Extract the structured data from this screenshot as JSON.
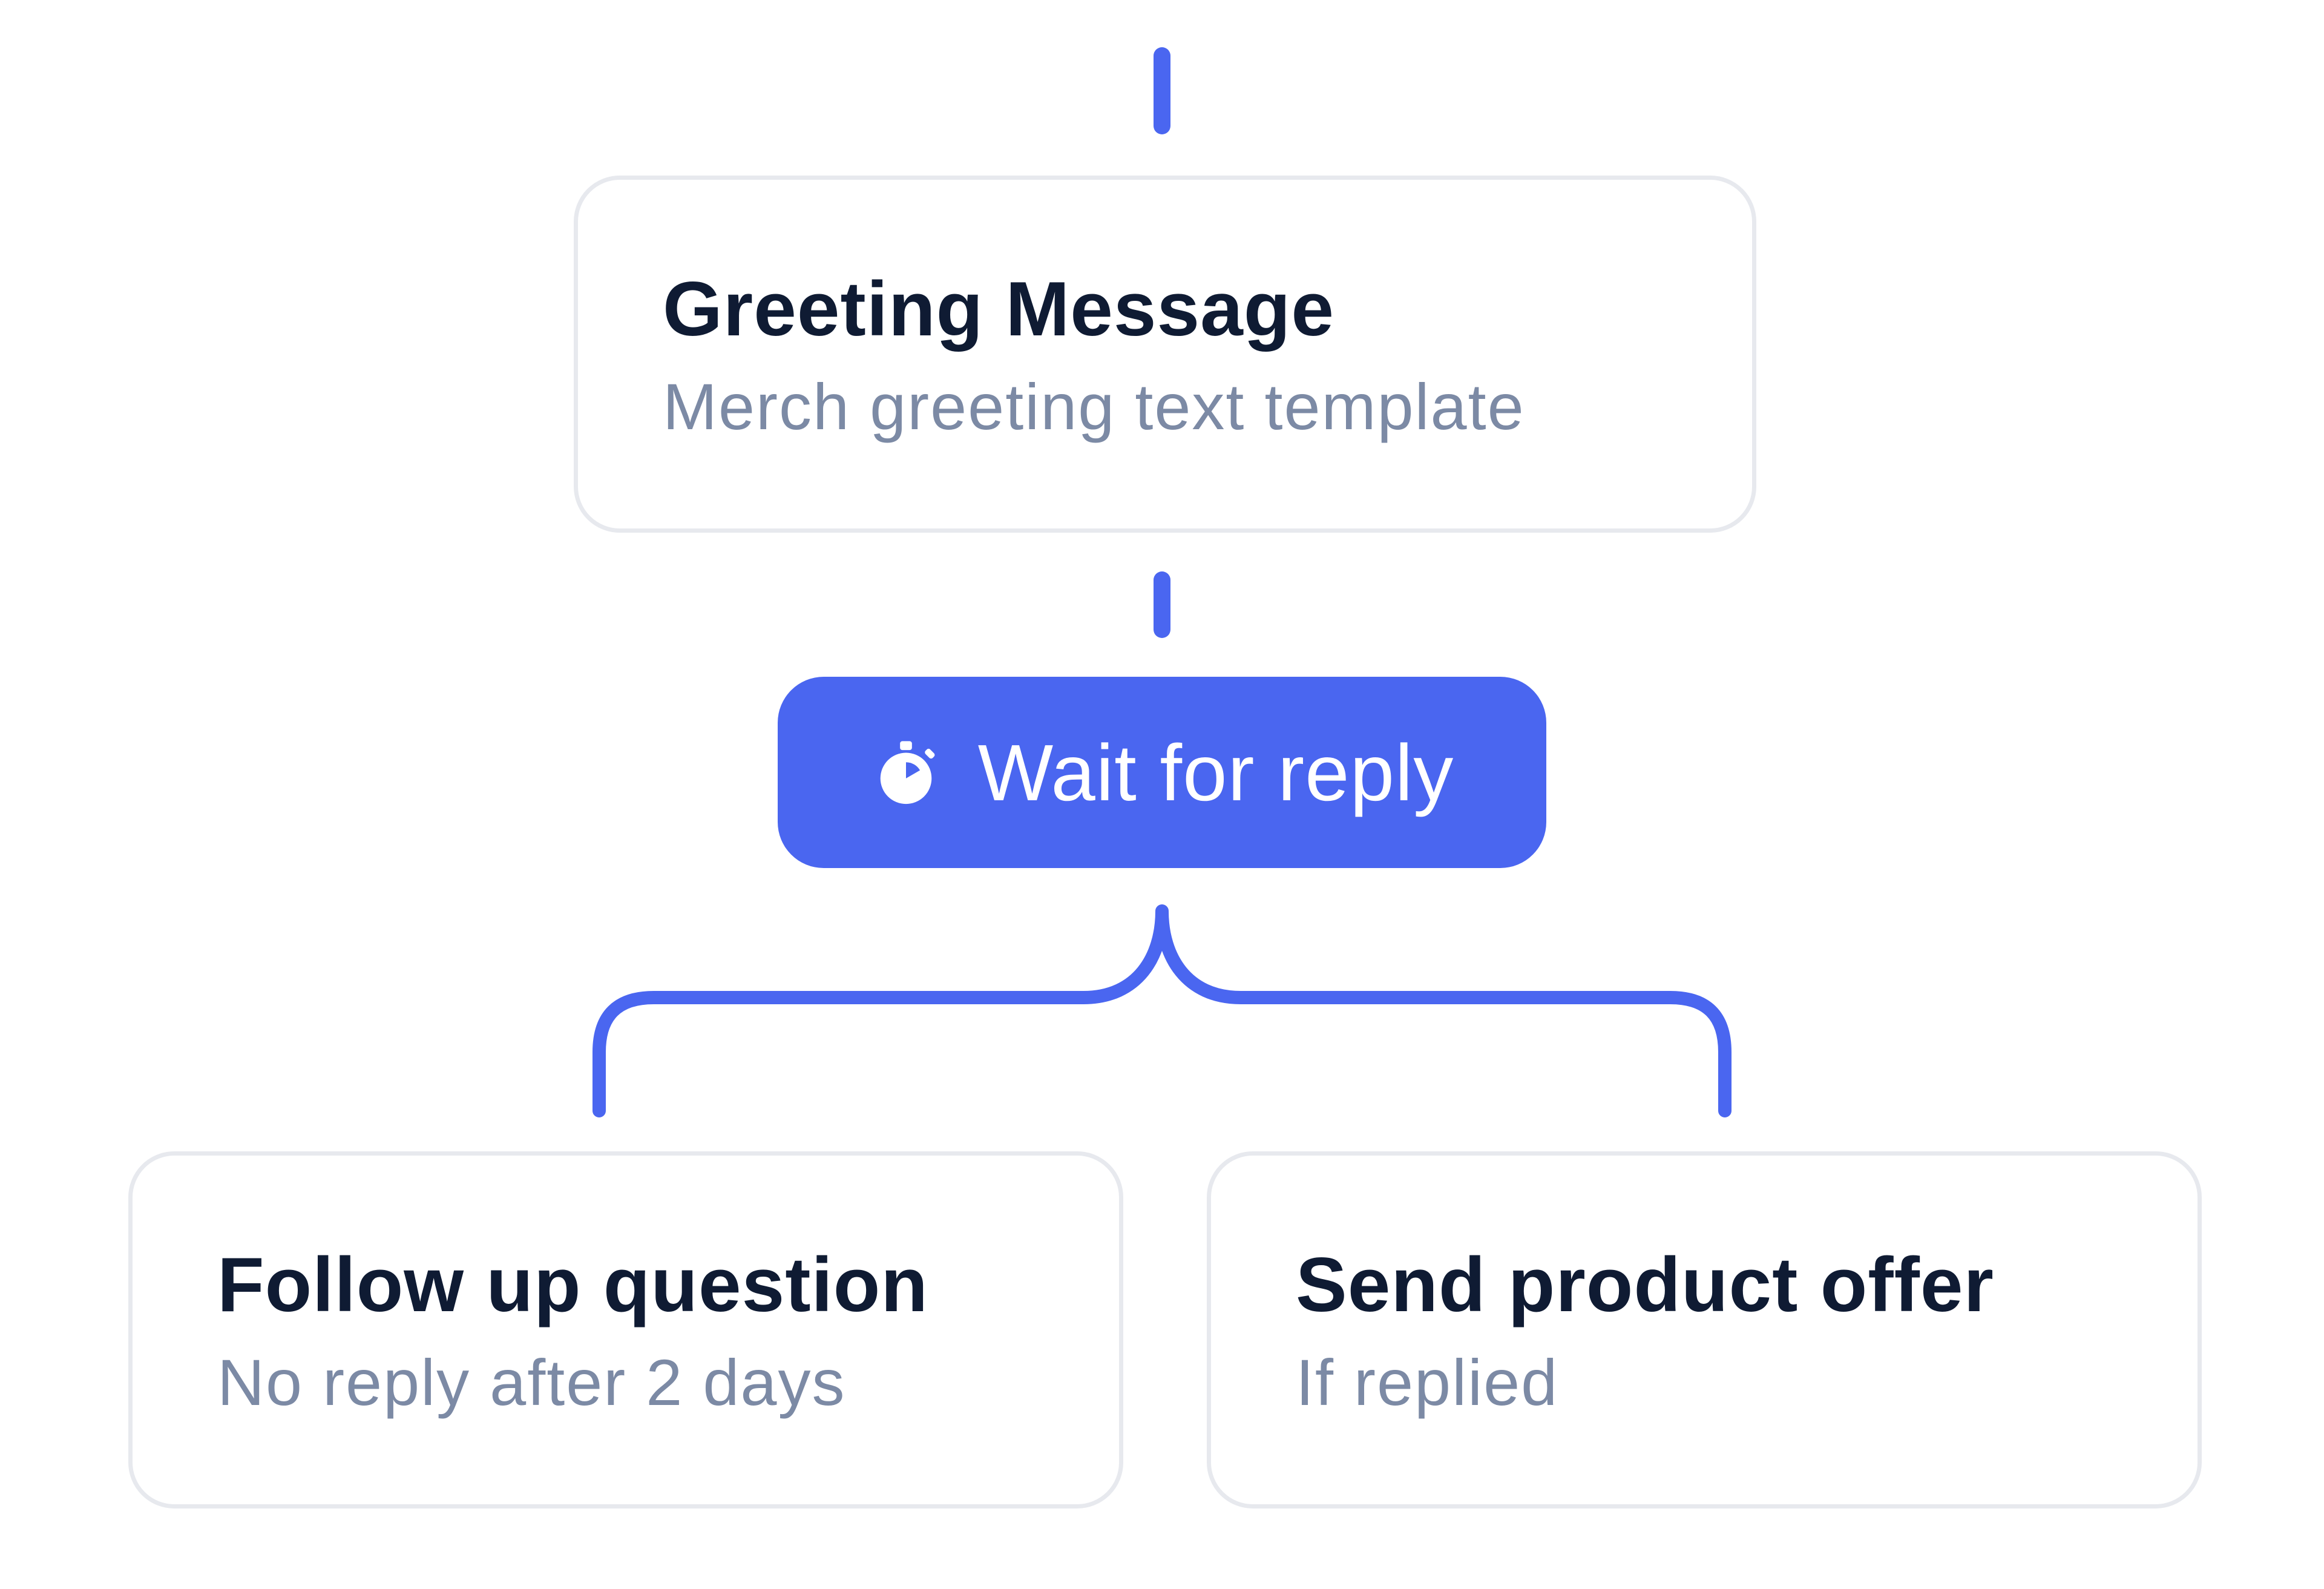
{
  "colors": {
    "accent": "#4a66f0",
    "title_text": "#0f1b33",
    "subtitle_text": "#7c8aa5",
    "card_border": "#e7e9ee",
    "background": "#ffffff"
  },
  "nodes": {
    "greeting": {
      "title": "Greeting Message",
      "subtitle": "Merch greeting text template"
    },
    "wait": {
      "label": "Wait for reply",
      "icon": "stopwatch-icon"
    },
    "follow_up": {
      "title": "Follow up question",
      "subtitle": "No reply after 2 days"
    },
    "product_offer": {
      "title": "Send product offer",
      "subtitle": "If replied"
    }
  }
}
